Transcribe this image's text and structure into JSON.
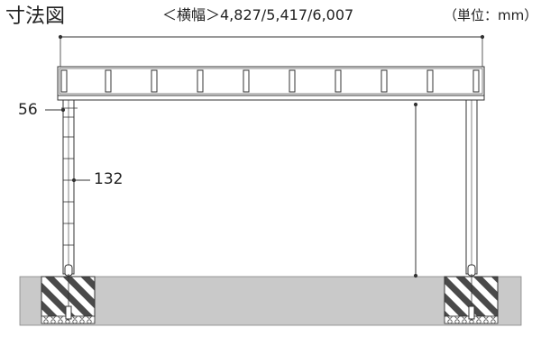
{
  "title": "寸法図",
  "width_label": "＜横幅＞4,827/5,417/6,007",
  "unit_label": "（単位：mm）",
  "dimensions": {
    "column_width": "56",
    "rail_spacing": "132"
  },
  "colors": {
    "line": "#333333",
    "ground": "#c8c8c8",
    "hatch": "#555555",
    "background": "#ffffff"
  }
}
